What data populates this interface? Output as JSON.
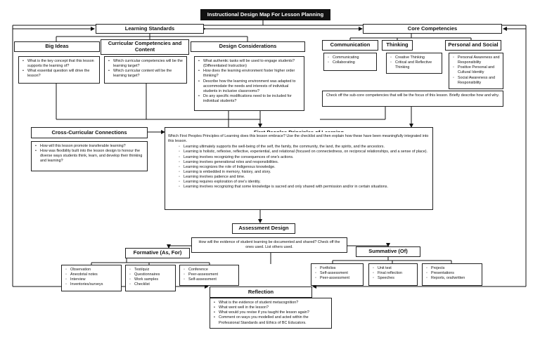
{
  "title": "Instructional Design Map For Lesson Planning",
  "learning_standards": {
    "label": "Learning Standards",
    "big_ideas": {
      "label": "Big Ideas",
      "items": [
        "What is the key concept that this lesson supports the learning of?",
        "What essential question will drive the lesson?"
      ]
    },
    "curricular": {
      "label": "Curricular Competencies and Content",
      "items": [
        "Which curricular competencies will be the learning target?",
        "Which curricular content will be the learning target?"
      ]
    },
    "design": {
      "label": "Design Considerations",
      "items": [
        "What authentic tasks will be used to engage students? (Differentiated Instruction)",
        "How does the learning environment foster higher order thinking?",
        "Describe how the learning environment was adapted to accommodate the needs and interests of individual students in inclusive classrooms?",
        "Do any specific modifications need to be included for individual students?"
      ]
    }
  },
  "core_competencies": {
    "label": "Core Competencies",
    "communication": {
      "label": "Communication",
      "items": [
        "Communicating",
        "Collaborating"
      ]
    },
    "thinking": {
      "label": "Thinking",
      "items": [
        "Creative Thinking",
        "Critical and Reflective Thinking"
      ]
    },
    "personal": {
      "label": "Personal and Social",
      "items": [
        "Personal Awareness and Responsibility",
        "Positive Personal and Cultural Identity",
        "Social Awareness and Responsibility"
      ]
    },
    "note": "Check off the sub-core competencies that will be the focus of this lesson. Briefly describe how and why."
  },
  "cross_curricular": {
    "label": "Cross-Curricular Connections",
    "items": [
      "How will this lesson promote transferable learning?",
      "How was flexibility built into the lesson design to honour the diverse ways students think, learn, and develop their thinking and learning?"
    ]
  },
  "fppl": {
    "label": "First Peoples Principles of Learning",
    "intro": "Which First Peoples Principles of Learning does this lesson embrace? Use the checklist and then explain how these have been meaningfully integrated into this lesson.",
    "items": [
      "Learning ultimately supports the well-being of the self, the family, the community, the land, the spirits, and the ancestors.",
      "Learning is holistic, reflexive, reflective, experiential, and relational (focused on connectedness, on reciprocal relationships, and a sense of place).",
      "Learning involves recognizing the consequences of one's actions.",
      "Learning involves generational roles and responsibilities.",
      "Learning recognizes the role of Indigenous knowledge.",
      "Learning is embedded in memory, history, and story.",
      "Learning involves patience and time.",
      "Learning requires exploration of one's identity.",
      "Learning involves recognizing that some knowledge is sacred and only shared with permission and/or in certain situations."
    ]
  },
  "assessment": {
    "label": "Assessment Design",
    "note": "How will the evidence of student learning be documented and shared? Check off the ones used. List others used.",
    "formative": {
      "label": "Formative (As, For)",
      "group1": [
        "Observation",
        "Anecdotal notes",
        "Interview",
        "Inventories/surveys"
      ],
      "group2": [
        "Test/quiz",
        "Questionnaires",
        "Work samples",
        "Checklist"
      ],
      "group3": [
        "Conference",
        "Peer-assessment",
        "Self-assessment"
      ]
    },
    "summative": {
      "label": "Summative (Of)",
      "group1": [
        "Portfolios",
        "Self-assessment",
        "Peer-assessment"
      ],
      "group2": [
        "Unit test",
        "Final reflection",
        "Speeches"
      ],
      "group3": [
        "Projects",
        "Presentations",
        "Reports, oral/written"
      ]
    }
  },
  "reflection": {
    "label": "Reflection",
    "items": [
      "What is the evidence of student metacognition?",
      "What went well in the lesson?",
      "What would you revise if you taught the lesson again?",
      "Comment on ways you modelled and acted within the Professional Standards and Ethics of BC Educators."
    ]
  }
}
